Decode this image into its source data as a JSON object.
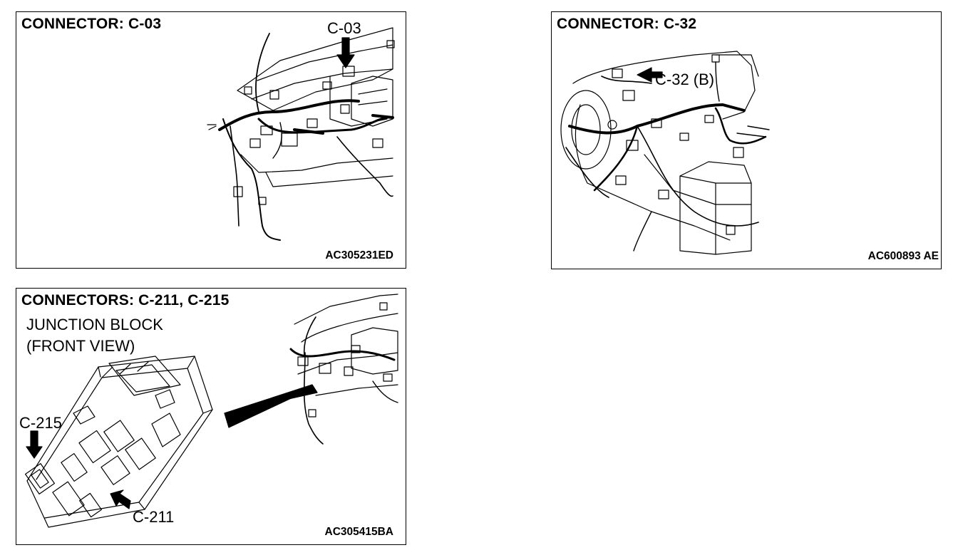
{
  "panels": [
    {
      "title": "CONNECTOR: C-03",
      "code": "AC305231ED",
      "callouts": [
        "C-03"
      ]
    },
    {
      "title": "CONNECTOR: C-32",
      "code": "AC600893 AE",
      "callouts": [
        "C-32 (B)"
      ]
    },
    {
      "title": "CONNECTORS: C-211, C-215",
      "code": "AC305415BA",
      "subtitle_line1": "JUNCTION BLOCK",
      "subtitle_line2": "(FRONT VIEW)",
      "callouts": [
        "C-215",
        "C-211"
      ]
    }
  ]
}
